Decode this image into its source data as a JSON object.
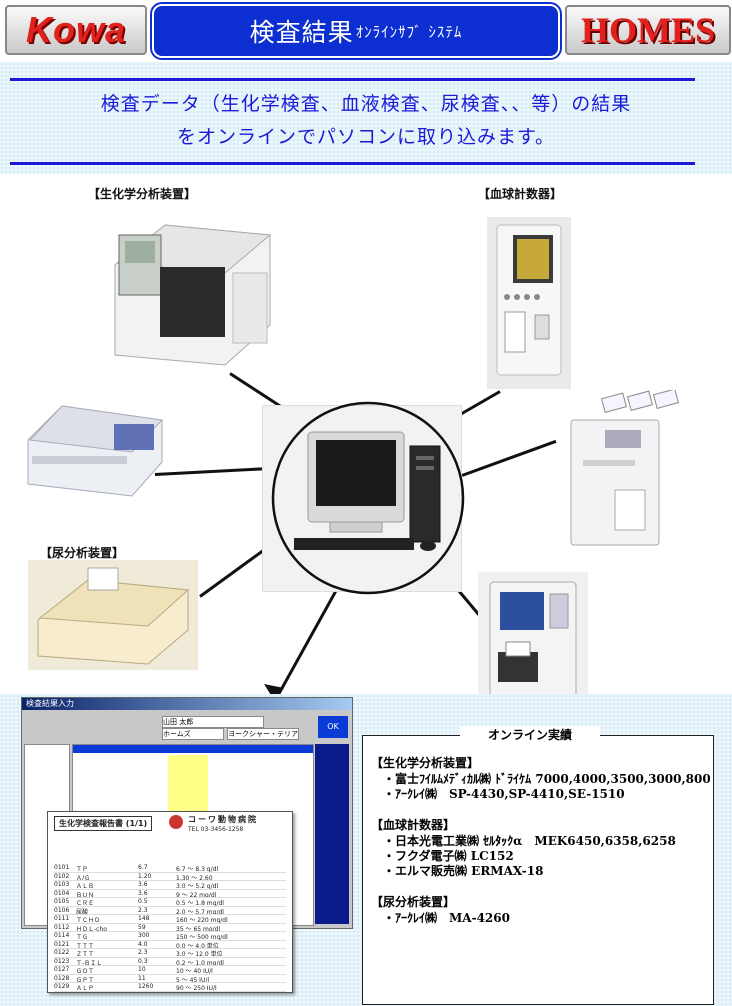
{
  "header": {
    "logo_left": "Kowa",
    "title_main": "検査結果",
    "title_sub": "ｵﾝﾗｲﾝｻﾌﾞ ｼｽﾃﾑ",
    "logo_right": "HOMES"
  },
  "intro": {
    "line1": "検査データ（生化学検査、血液検査、尿検査、、等）の結果",
    "line2": "をオンラインでパソコンに取り込みます。"
  },
  "labels": {
    "biochem": "【生化学分析装置】",
    "blood": "【血球計数器】",
    "urine": "【尿分析装置】"
  },
  "screenshot": {
    "window_title": "検査結果入力",
    "patient_name": "山田 太郎",
    "owner": "ホームズ",
    "breed": "ヨークシャー・テリア",
    "ok_label": "OK"
  },
  "report": {
    "title": "生化学検査報告書",
    "pages": "(1/1)",
    "hospital": "コーワ動物病院",
    "tel": "TEL 03-3456-1258",
    "rows": [
      [
        "0101",
        "ＴＰ",
        "6.7",
        "6.7 ～ 8.3 g/dl"
      ],
      [
        "0102",
        "Ａ/Ｇ",
        "1.20",
        "1.30 ～ 2.60"
      ],
      [
        "0103",
        "ＡＬＢ",
        "3.6",
        "3.0 ～ 5.2 g/dl"
      ],
      [
        "0104",
        "ＢＵＮ",
        "3.6",
        "9 ～ 22 mg/dl"
      ],
      [
        "0105",
        "ＣＲＥ",
        "0.5",
        "0.5 ～ 1.8 mg/dl"
      ],
      [
        "0106",
        "尿酸",
        "2.3",
        "2.0 ～ 5.7 mg/dl"
      ],
      [
        "0111",
        "ＴＣＨＯ",
        "148",
        "160 ～ 220 mg/dl"
      ],
      [
        "0112",
        "ＨＤＬ-cho",
        "59",
        "35 ～ 65 mg/dl"
      ],
      [
        "0114",
        "ＴＧ",
        "300",
        "150 ～ 500 mg/dl"
      ],
      [
        "0121",
        "ＴＴＴ",
        "4.0",
        "0.0 ～ 4.0 単位"
      ],
      [
        "0122",
        "ＺＴＴ",
        "2.3",
        "3.0 ～ 12.0 単位"
      ],
      [
        "0123",
        "Ｔ-ＢＩＬ",
        "0.3",
        "0.2 ～ 1.0 mg/dl"
      ],
      [
        "0127",
        "ＧＯＴ",
        "10",
        "10 ～ 40 IU/l"
      ],
      [
        "0128",
        "ＧＰＴ",
        "11",
        "5 ～ 45 IU/l"
      ],
      [
        "0129",
        "ＡＬＰ",
        "1260",
        "90 ～ 250 IU/l"
      ]
    ]
  },
  "results": {
    "title": "オンライン実績",
    "sections": [
      {
        "heading": "【生化学分析装置】",
        "entries": [
          "・富士ﾌｲﾙﾑﾒﾃﾞｨｶﾙ㈱ ﾄﾞﾗｲｹﾑ 7000,4000,3500,3000,800",
          "・ｱｰｸﾚｲ㈱　SP-4430,SP-4410,SE-1510"
        ]
      },
      {
        "heading": "【血球計数器】",
        "entries": [
          "・日本光電工業㈱ ｾﾙﾀｯｸα　MEK6450,6358,6258",
          "・フクダ電子㈱ LC152",
          "・エルマ販売㈱ ERMAX-18"
        ]
      },
      {
        "heading": "【尿分析装置】",
        "entries": [
          "・ｱｰｸﾚｲ㈱　MA-4260"
        ]
      }
    ]
  },
  "colors": {
    "title_bg": "#0d2fd1",
    "logo_red": "#e0211c",
    "intro_blue": "#1a1ad8"
  }
}
